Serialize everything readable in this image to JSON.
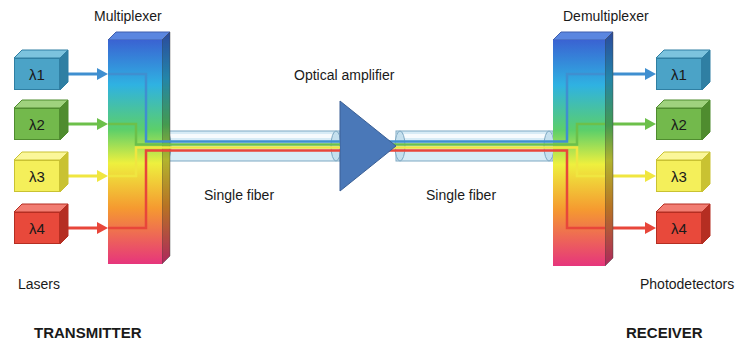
{
  "diagram": {
    "nodes": [
      {
        "text": [
          "λ1"
        ]
      },
      {
        "text": [
          "λ2"
        ]
      },
      {
        "text": [
          "λ3"
        ]
      },
      {
        "text": [
          "λ4"
        ]
      },
      {
        "text": [
          "Multiplexer"
        ]
      },
      {
        "text": [
          "Optical amplifier"
        ]
      },
      {
        "text": [
          "Demultiplexer"
        ]
      },
      {
        "text": [
          "λ1"
        ]
      },
      {
        "text": [
          "λ2"
        ]
      },
      {
        "text": [
          "λ3"
        ]
      },
      {
        "text": [
          "λ4"
        ]
      }
    ],
    "edges": [
      {
        "from": 0,
        "to": 4,
        "arrow": "to"
      },
      {
        "from": 1,
        "to": 4,
        "arrow": "to"
      },
      {
        "from": 2,
        "to": 4,
        "arrow": "to"
      },
      {
        "from": 3,
        "to": 4,
        "arrow": "to"
      },
      {
        "from": 4,
        "to": 5,
        "arrow": "none"
      },
      {
        "from": 5,
        "to": 6,
        "arrow": "none"
      },
      {
        "from": 6,
        "to": 7,
        "arrow": "to"
      },
      {
        "from": 6,
        "to": 8,
        "arrow": "to"
      },
      {
        "from": 6,
        "to": 9,
        "arrow": "to"
      },
      {
        "from": 6,
        "to": 10,
        "arrow": "to"
      }
    ],
    "labels": [
      "Single fiber",
      "Single fiber",
      "Lasers",
      "Photodetectors",
      "TRANSMITTER",
      "RECEIVER"
    ]
  }
}
